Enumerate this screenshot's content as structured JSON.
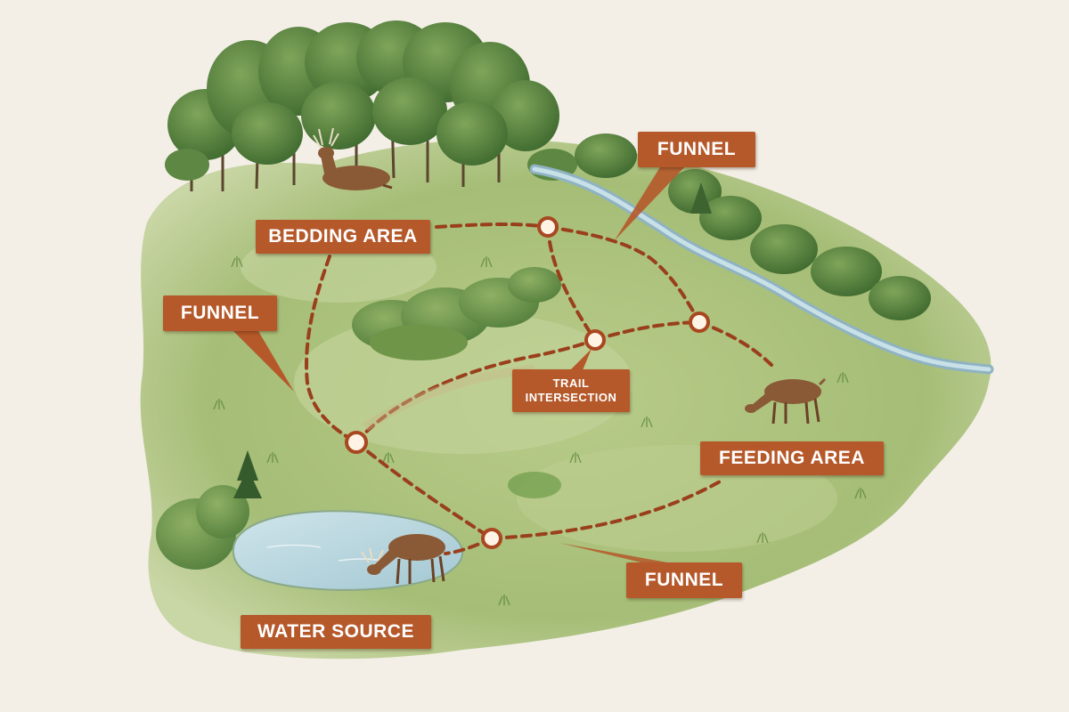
{
  "map": {
    "labels": {
      "bedding_area": "BEDDING AREA",
      "funnel_top": "FUNNEL",
      "funnel_left": "FUNNEL",
      "funnel_bottom": "FUNNEL",
      "trail_intersection_line1": "TRAIL",
      "trail_intersection_line2": "INTERSECTION",
      "feeding_area": "FEEDING AREA",
      "water_source": "WATER SOURCE"
    },
    "colors": {
      "label_fill": "#b5582a",
      "trail": "#9a3f1c",
      "grass": "#a7bf7a",
      "forest": "#4f7a3a",
      "water": "#b7d6df",
      "deer": "#8a5a36",
      "background": "#f3efe6"
    },
    "features": [
      "bedding-area",
      "feeding-area",
      "water-source",
      "stream",
      "forest",
      "trail-network",
      "trail-intersections",
      "funnels"
    ]
  }
}
